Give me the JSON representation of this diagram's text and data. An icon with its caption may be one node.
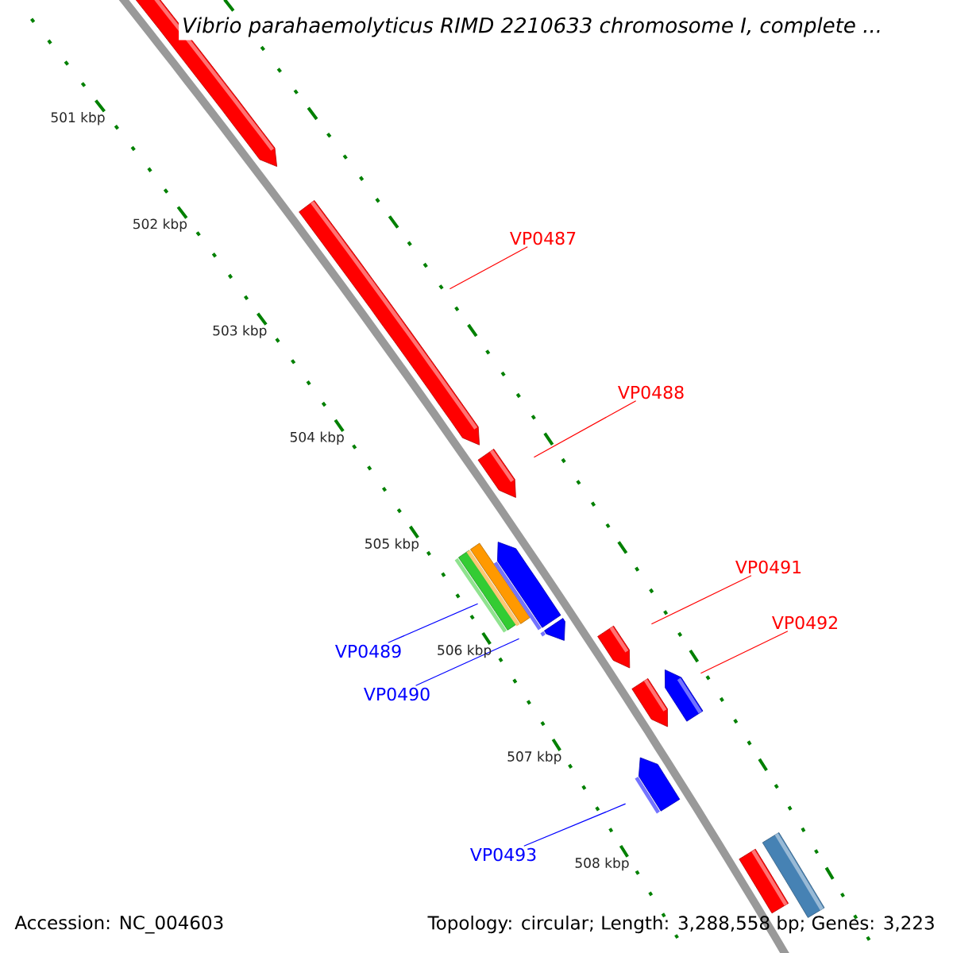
{
  "diagram": {
    "title": "Vibrio parahaemolyticus RIMD 2210633 chromosome I, complete ...",
    "nodes": [
      {
        "text": [
          "VP0487"
        ]
      },
      {
        "text": [],
        "shape": "bar"
      },
      {
        "text": [
          "VP0488"
        ]
      },
      {
        "text": [],
        "shape": "bar"
      },
      {
        "text": [
          "VP0491"
        ]
      },
      {
        "text": [],
        "shape": "bar"
      },
      {
        "text": [
          "VP0492"
        ]
      },
      {
        "text": [],
        "shape": "bar"
      },
      {
        "text": [
          "VP0489"
        ]
      },
      {
        "text": [],
        "shape": "bar"
      },
      {
        "text": [
          "VP0490"
        ]
      },
      {
        "text": [],
        "shape": "bar"
      },
      {
        "text": [
          "VP0493"
        ]
      },
      {
        "text": [],
        "shape": "bar"
      },
      {
        "text": [],
        "shape": "bar"
      },
      {
        "text": [],
        "shape": "bar"
      },
      {
        "text": [],
        "shape": "bar"
      },
      {
        "text": [],
        "shape": "bar"
      },
      {
        "text": [],
        "shape": "bar"
      },
      {
        "text": [],
        "shape": "bar"
      }
    ],
    "edges": [
      {
        "from": 0,
        "to": 1,
        "arrow": "none"
      },
      {
        "from": 2,
        "to": 3,
        "arrow": "none"
      },
      {
        "from": 4,
        "to": 5,
        "arrow": "none"
      },
      {
        "from": 6,
        "to": 7,
        "arrow": "none"
      },
      {
        "from": 8,
        "to": 9,
        "arrow": "none",
        "color": "#0000ff"
      },
      {
        "from": 10,
        "to": 11,
        "arrow": "none",
        "color": "#0000ff"
      },
      {
        "from": 12,
        "to": 13,
        "arrow": "none",
        "color": "#0000ff"
      }
    ],
    "labels": [
      "501 kbp",
      "502 kbp",
      "503 kbp",
      "504 kbp",
      "505 kbp",
      "506 kbp",
      "507 kbp",
      "508 kbp",
      "Accession: NC_004603",
      "Topology: circular; Length: 3,288,558 bp; Genes: 3,223"
    ]
  }
}
